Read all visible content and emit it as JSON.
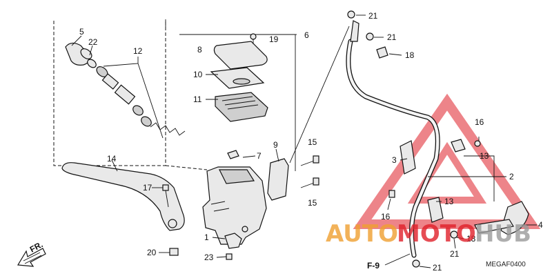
{
  "diagram": {
    "code": "MEGAF0400",
    "direction": "FR.",
    "ref": "F-9",
    "callouts": {
      "c1": "1",
      "c2": "2",
      "c3": "3",
      "c4": "4",
      "c5": "5",
      "c6": "6",
      "c7": "7",
      "c8": "8",
      "c9": "9",
      "c10": "10",
      "c11": "11",
      "c12": "12",
      "c13a": "13",
      "c13b": "13",
      "c14": "14",
      "c15a": "15",
      "c15b": "15",
      "c16a": "16",
      "c16b": "16",
      "c17": "17",
      "c18a": "18",
      "c18b": "18",
      "c19": "19",
      "c20": "20",
      "c21a": "21",
      "c21b": "21",
      "c21c": "21",
      "c21d": "21",
      "c22": "22",
      "c23": "23"
    }
  },
  "watermark": {
    "word_a": "AUTO",
    "word_b": "MOTO",
    "word_c": "HUB",
    "color_triangle": "#e0202a",
    "color_orange": "#f0a030",
    "color_grey": "#9a9a9a"
  }
}
